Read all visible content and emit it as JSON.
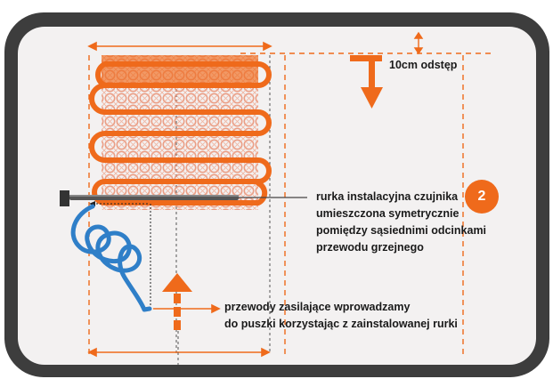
{
  "gap_label": "10cm odstęp",
  "sensor_note": {
    "badge": "2",
    "lines": [
      "rurka instalacyjna czujnika",
      "umieszczona symetrycznie",
      "pomiędzy sąsiednimi odcinkami",
      "przewodu grzejnego"
    ]
  },
  "supply_note": {
    "lines": [
      "przewody zasilające wprowadzamy",
      "do puszki korzystając z zainstalowanej rurki"
    ]
  },
  "colors": {
    "accent": "#ef6a1b",
    "frame": "#3d3d3d",
    "panel": "#f3f1f1",
    "cable_blue": "#2f7fc8",
    "sensor_tube": "#555555"
  },
  "icons": [
    "arrow-down-icon",
    "arrow-up-icon",
    "double-arrow-icon",
    "badge-icon"
  ]
}
